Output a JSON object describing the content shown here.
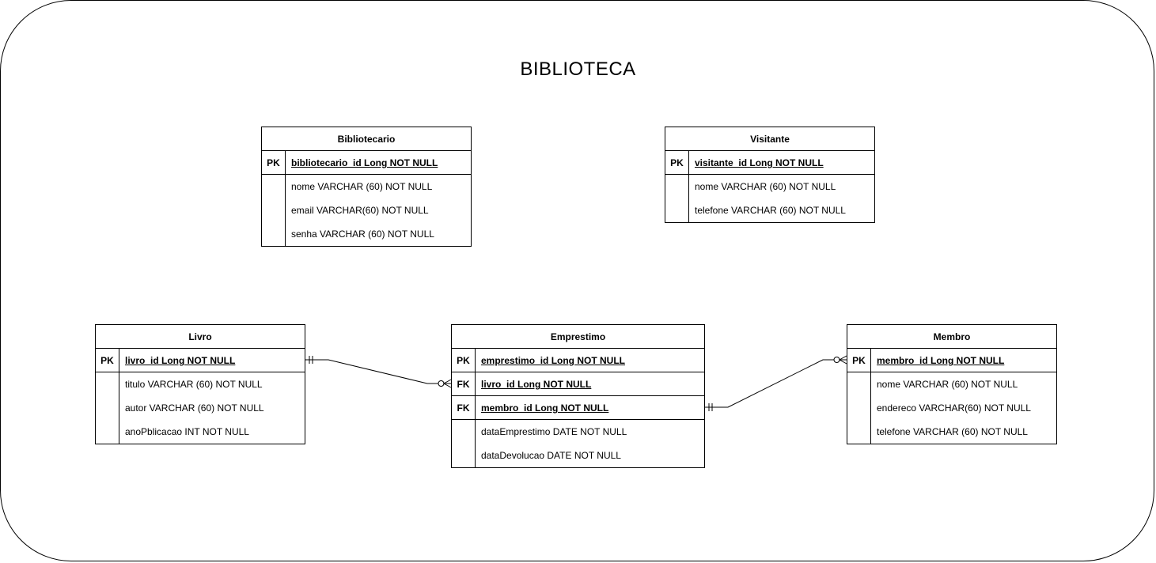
{
  "diagram": {
    "title": "BIBLIOTECA",
    "entities": {
      "bibliotecario": {
        "name": "Bibliotecario",
        "keys": [
          {
            "type": "PK",
            "field": "bibliotecario_id Long NOT NULL"
          }
        ],
        "attributes": [
          "nome VARCHAR (60) NOT NULL",
          "email VARCHAR(60) NOT NULL",
          "senha VARCHAR (60) NOT NULL"
        ]
      },
      "visitante": {
        "name": "Visitante",
        "keys": [
          {
            "type": "PK",
            "field": "visitante_id Long NOT NULL"
          }
        ],
        "attributes": [
          "nome VARCHAR (60) NOT NULL",
          "telefone VARCHAR (60) NOT NULL"
        ]
      },
      "livro": {
        "name": "Livro",
        "keys": [
          {
            "type": "PK",
            "field": "livro_id Long NOT NULL"
          }
        ],
        "attributes": [
          "titulo VARCHAR (60) NOT NULL",
          "autor VARCHAR (60) NOT NULL",
          "anoPblicacao INT NOT NULL"
        ]
      },
      "emprestimo": {
        "name": "Emprestimo",
        "keys": [
          {
            "type": "PK",
            "field": "emprestimo_id Long NOT NULL"
          },
          {
            "type": "FK",
            "field": "livro_id Long NOT NULL"
          },
          {
            "type": "FK",
            "field": "membro_id Long NOT NULL"
          }
        ],
        "attributes": [
          "dataEmprestimo DATE NOT NULL",
          "dataDevolucao DATE NOT NULL"
        ]
      },
      "membro": {
        "name": "Membro",
        "keys": [
          {
            "type": "PK",
            "field": "membro_id Long NOT NULL"
          }
        ],
        "attributes": [
          "nome VARCHAR (60) NOT NULL",
          "endereco VARCHAR(60) NOT NULL",
          "telefone VARCHAR (60) NOT NULL"
        ]
      }
    },
    "relationships": [
      {
        "from": "Livro.livro_id",
        "from_cardinality": "exactly one",
        "to": "Emprestimo.livro_id",
        "to_cardinality": "zero or many"
      },
      {
        "from": "Emprestimo.membro_id",
        "from_cardinality": "exactly one",
        "to": "Membro.membro_id",
        "to_cardinality": "zero or many"
      }
    ],
    "colors": {
      "line": "#000000",
      "background": "#ffffff"
    }
  }
}
